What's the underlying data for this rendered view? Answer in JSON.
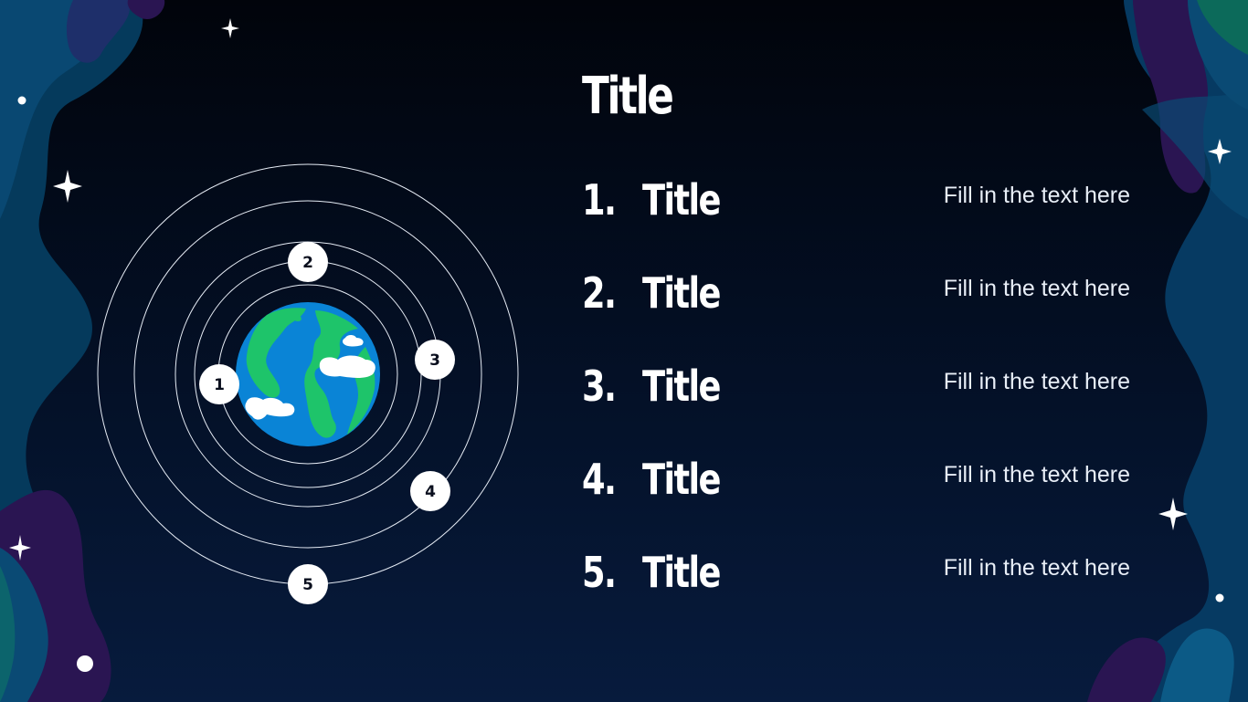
{
  "slide": {
    "title": "Title",
    "items": [
      {
        "number": "1.",
        "title": "Title",
        "text": "Fill in the text here"
      },
      {
        "number": "2.",
        "title": "Title",
        "text": "Fill in the text here"
      },
      {
        "number": "3.",
        "title": "Title",
        "text": "Fill in the text here"
      },
      {
        "number": "4.",
        "title": "Title",
        "text": "Fill in the text here"
      },
      {
        "number": "5.",
        "title": "Title",
        "text": "Fill in the text here"
      }
    ],
    "orbit_markers": [
      "1",
      "2",
      "3",
      "4",
      "5"
    ]
  },
  "colors": {
    "background": "#030e22",
    "text": "#ffffff",
    "ocean": "#0a84d6",
    "land": "#1ec46a",
    "blob_teal": "#064a6e",
    "blob_purple": "#2a1552"
  },
  "icons": [
    "earth-icon",
    "sparkle-icon",
    "star-dot-icon"
  ]
}
